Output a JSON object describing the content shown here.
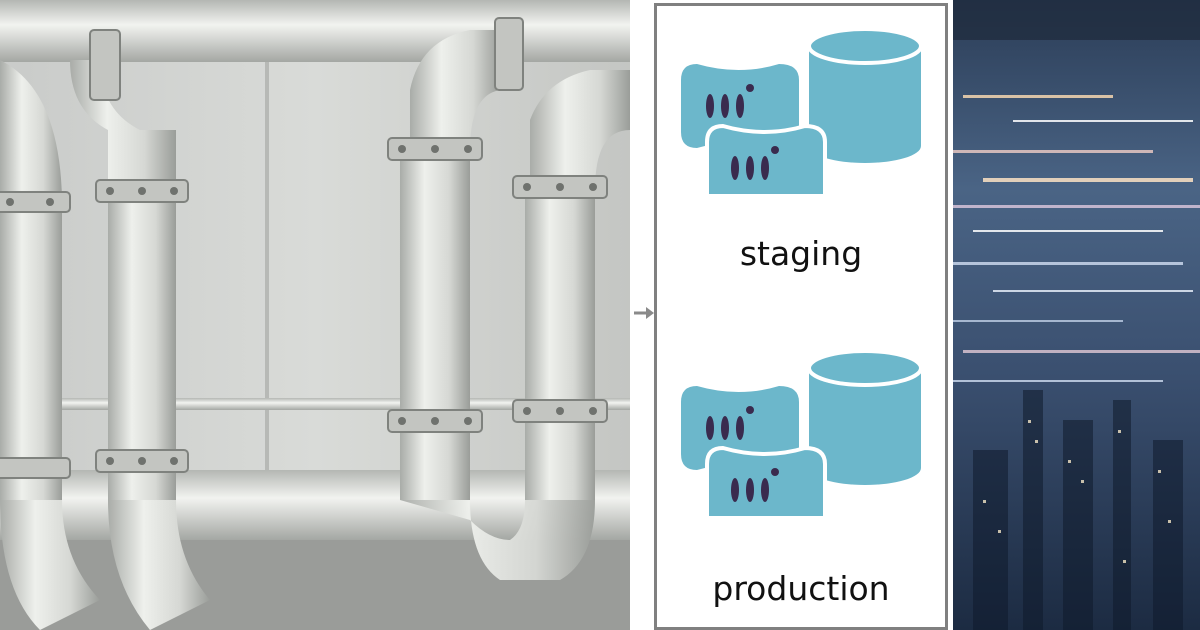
{
  "environments": [
    {
      "id": "staging",
      "label": "staging"
    },
    {
      "id": "production",
      "label": "production"
    }
  ],
  "colors": {
    "db_fill": "#6cb7cb",
    "db_stroke": "#5aa3b8",
    "dot_fill": "#3a2b4e",
    "panel_border": "#808080",
    "arrow": "#8a8a8a"
  },
  "icons": {
    "server": "server-blob-icon",
    "database": "database-cylinder-icon",
    "arrow": "arrow-right-icon"
  }
}
